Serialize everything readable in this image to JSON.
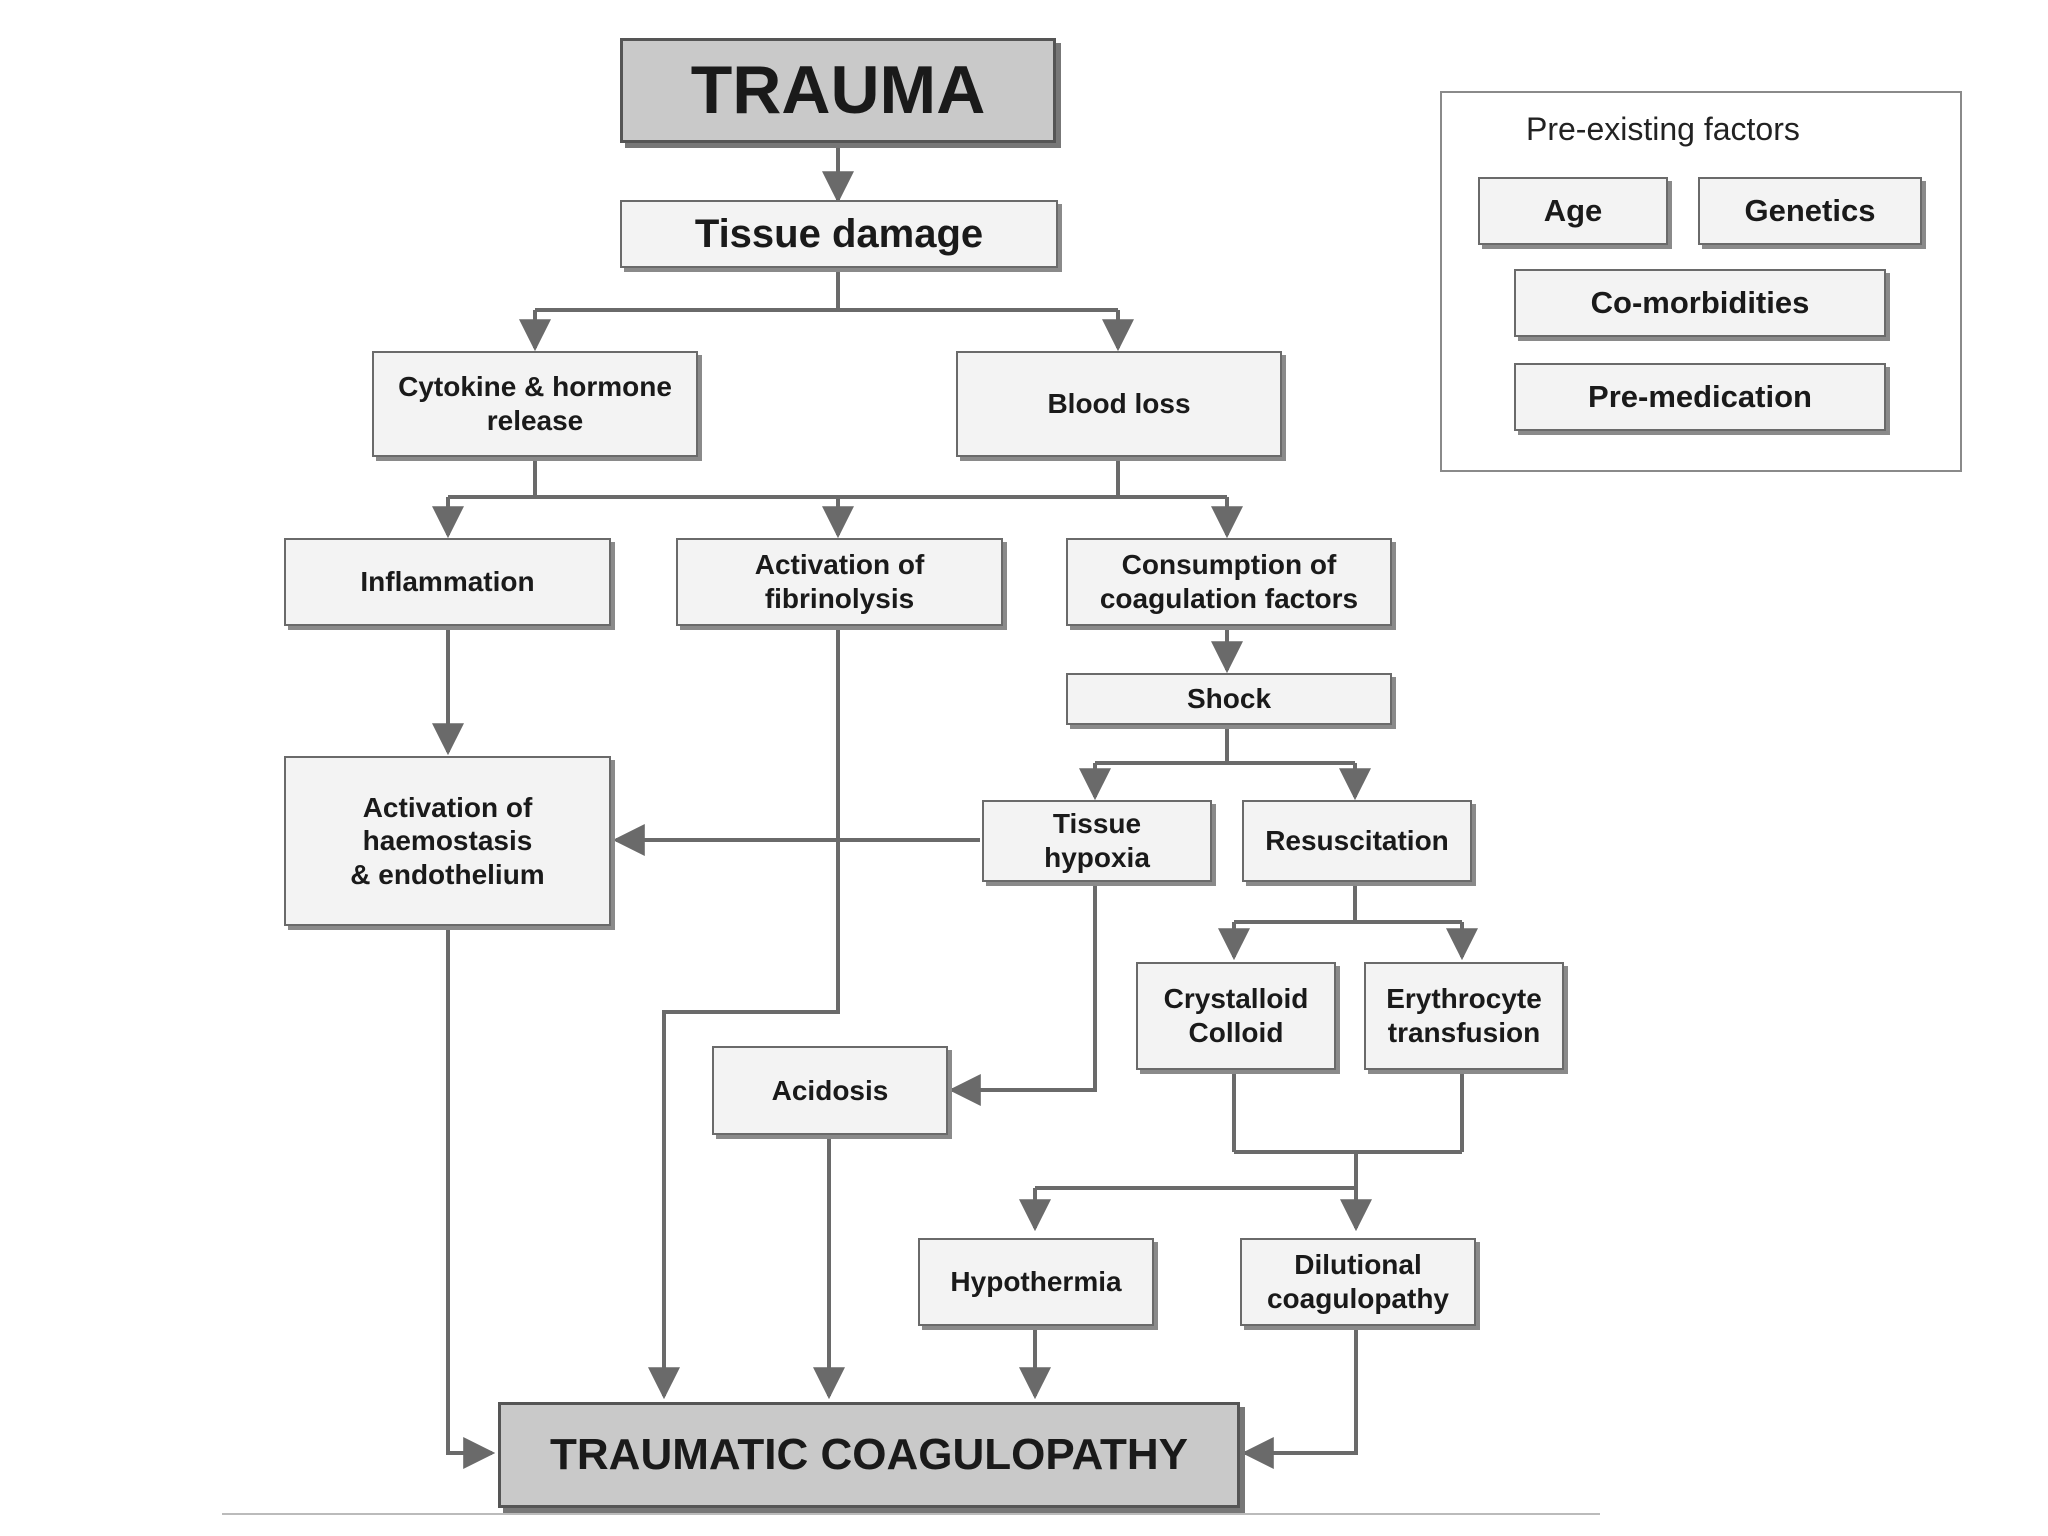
{
  "nodes": {
    "trauma": "TRAUMA",
    "tissue_damage": "Tissue damage",
    "cytokine": "Cytokine & hormone\nrelease",
    "blood_loss": "Blood loss",
    "inflammation": "Inflammation",
    "fibrinolysis": "Activation of\nfibrinolysis",
    "consumption": "Consumption of\ncoagulation factors",
    "shock": "Shock",
    "haemostasis": "Activation of\nhaemostasis\n& endothelium",
    "tissue_hypoxia": "Tissue\nhypoxia",
    "resuscitation": "Resuscitation",
    "crystalloid": "Crystalloid\nColloid",
    "erythrocyte": "Erythrocyte\ntransfusion",
    "acidosis": "Acidosis",
    "hypothermia": "Hypothermia",
    "dilutional": "Dilutional\ncoagulopathy",
    "coagulopathy": "TRAUMATIC COAGULOPATHY"
  },
  "pre_existing": {
    "title": "Pre-existing factors",
    "age": "Age",
    "genetics": "Genetics",
    "comorbidities": "Co-morbidities",
    "premedication": "Pre-medication"
  }
}
